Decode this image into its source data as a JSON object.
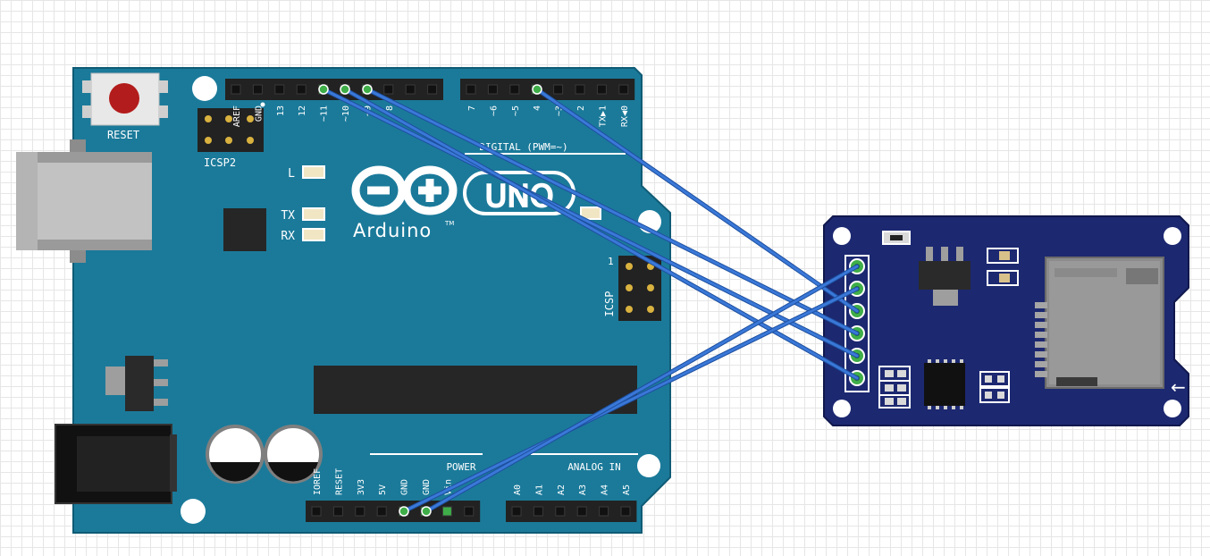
{
  "arduino": {
    "reset_label": "RESET",
    "icsp2_label": "ICSP2",
    "icsp_label": "ICSP",
    "led_l": "L",
    "led_tx": "TX",
    "led_rx": "RX",
    "logo_text": "Arduino",
    "logo_tm": "TM",
    "uno_text": "UNO",
    "digital_label": "DIGITAL (PWM=~)",
    "power_label": "POWER",
    "analog_label": "ANALOG IN",
    "top_pins_left": [
      "AREF",
      "GND",
      "13",
      "12",
      "~11",
      "~10",
      "~9",
      "8"
    ],
    "top_pins_right": [
      "7",
      "~6",
      "~5",
      "4",
      "~3",
      "2",
      "TX▶1",
      "RX◀0"
    ],
    "bottom_pins_power": [
      "IOREF",
      "RESET",
      "3V3",
      "5V",
      "GND",
      "GND",
      "Vin"
    ],
    "bottom_pins_analog": [
      "A0",
      "A1",
      "A2",
      "A3",
      "A4",
      "A5"
    ]
  },
  "colors": {
    "board": "#1b7a9a",
    "module": "#1c2870",
    "wire": "#3a78d8",
    "wire_outline": "#1d4f9e",
    "header": "#222222",
    "pad_green": "#3fae49"
  }
}
